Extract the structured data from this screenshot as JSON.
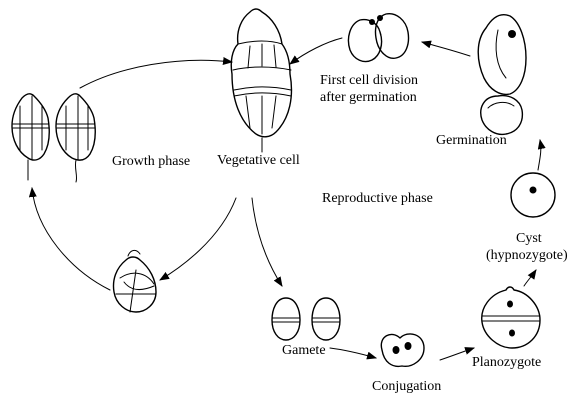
{
  "diagram": {
    "labels": {
      "first_division_line1": "First cell division",
      "first_division_line2": "after germination",
      "germination": "Germination",
      "growth_phase": "Growth phase",
      "vegetative_cell": "Vegetative cell",
      "reproductive_phase": "Reproductive phase",
      "cyst_line1": "Cyst",
      "cyst_line2": "(hypnozygote)",
      "gamete": "Gamete",
      "planozygote": "Planozygote",
      "conjugation": "Conjugation"
    },
    "colors": {
      "ink": "#000000",
      "background": "#ffffff"
    }
  }
}
